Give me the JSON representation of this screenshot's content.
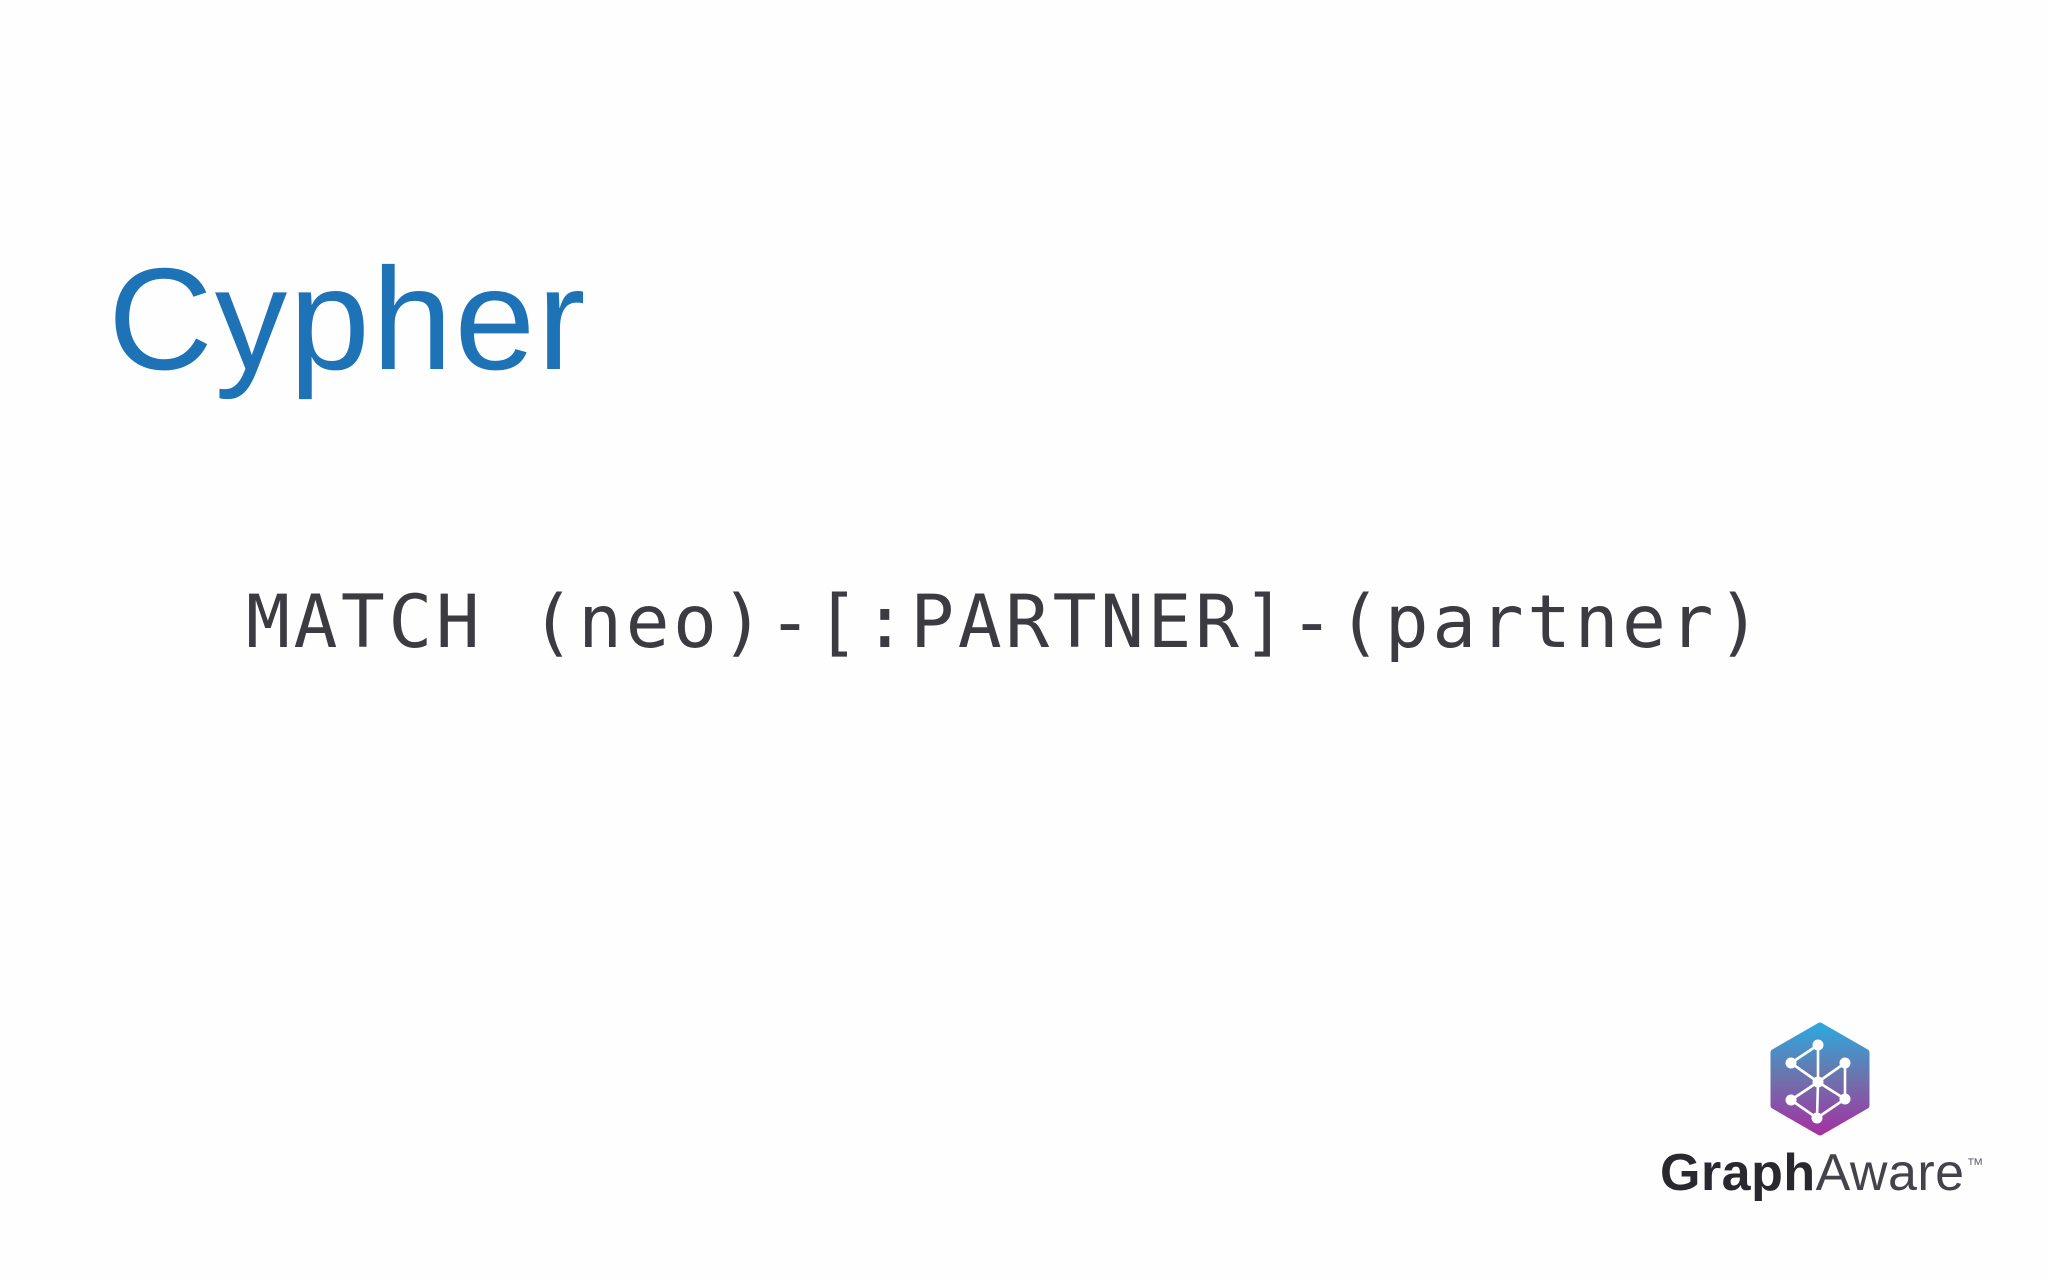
{
  "slide": {
    "title": "Cypher",
    "code": "MATCH (neo)-[:PARTNER]-(partner)"
  },
  "logo": {
    "icon": "graphaware-hexagon-graph-icon",
    "brand_primary": "Graph",
    "brand_secondary": "Aware",
    "trademark": "™"
  },
  "colors": {
    "background": "#fefefe",
    "title_blue": "#1e73b7",
    "code_gray": "#3c3b42",
    "brand_primary_color": "#29282e",
    "brand_secondary_color": "#44434b",
    "logo_gradient_top": "#2fa7db",
    "logo_gradient_mid": "#6b74ad",
    "logo_gradient_bottom": "#a233a3"
  }
}
